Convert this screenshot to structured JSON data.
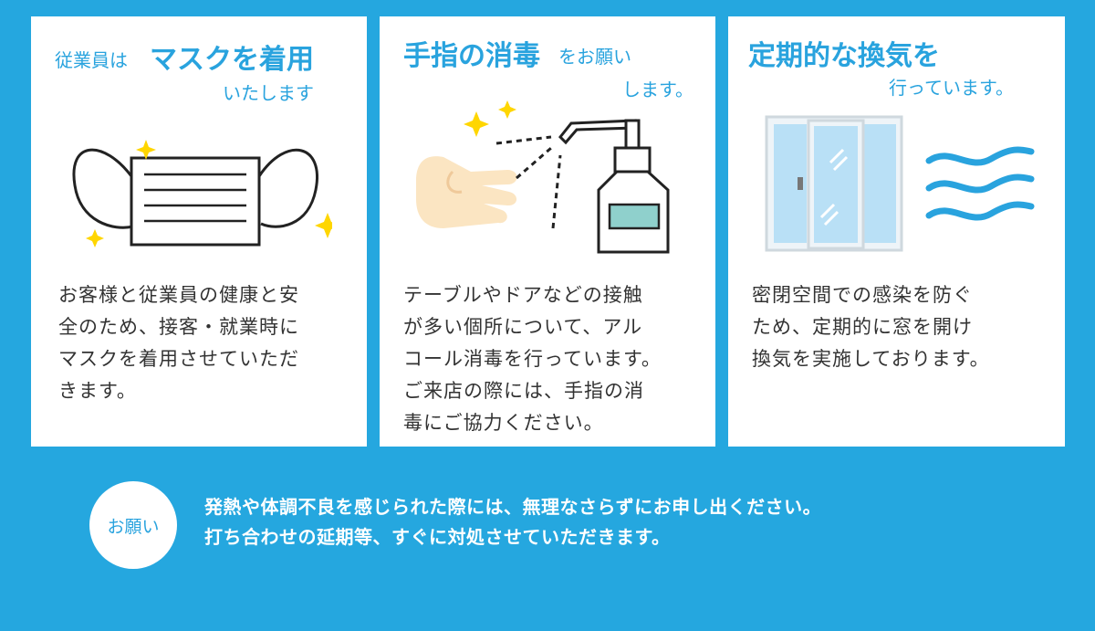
{
  "cards": {
    "mask": {
      "title_prefix": "従業員は",
      "title_main": "マスクを着用",
      "title_suffix": "いたします",
      "body_lines": [
        "お客様と従業員の健康と安",
        "全のため、接客・就業時に",
        "マスクを着用させていただ",
        "きます。"
      ]
    },
    "sanitize": {
      "title_main": "手指の消毒",
      "title_suffix1": "をお願い",
      "title_suffix2": "します。",
      "body_lines": [
        "テーブルやドアなどの接触",
        "が多い個所について、アル",
        "コール消毒を行っています。",
        "ご来店の際には、手指の消",
        "毒にご協力ください。"
      ]
    },
    "ventilation": {
      "title_main": "定期的な換気を",
      "title_suffix": "行っています。",
      "body_lines": [
        "密閉空間での感染を防ぐ",
        "ため、定期的に窓を開け",
        "換気を実施しております。"
      ]
    }
  },
  "notice": {
    "badge": "お願い",
    "lines": [
      "発熱や体調不良を感じられた際には、無理なさらずにお申し出ください。",
      "打ち合わせの延期等、すぐに対処させていただきます。"
    ]
  },
  "colors": {
    "background": "#25a7df",
    "accent": "#29a3de",
    "sparkle": "#ffd600",
    "window": "#b9e0f6",
    "hand": "#fbe5c2"
  },
  "icons": {
    "mask": "face-mask-icon",
    "sanitizer": "sanitizer-bottle-icon",
    "hand": "hand-icon",
    "window": "window-icon",
    "airflow": "airflow-icon"
  }
}
